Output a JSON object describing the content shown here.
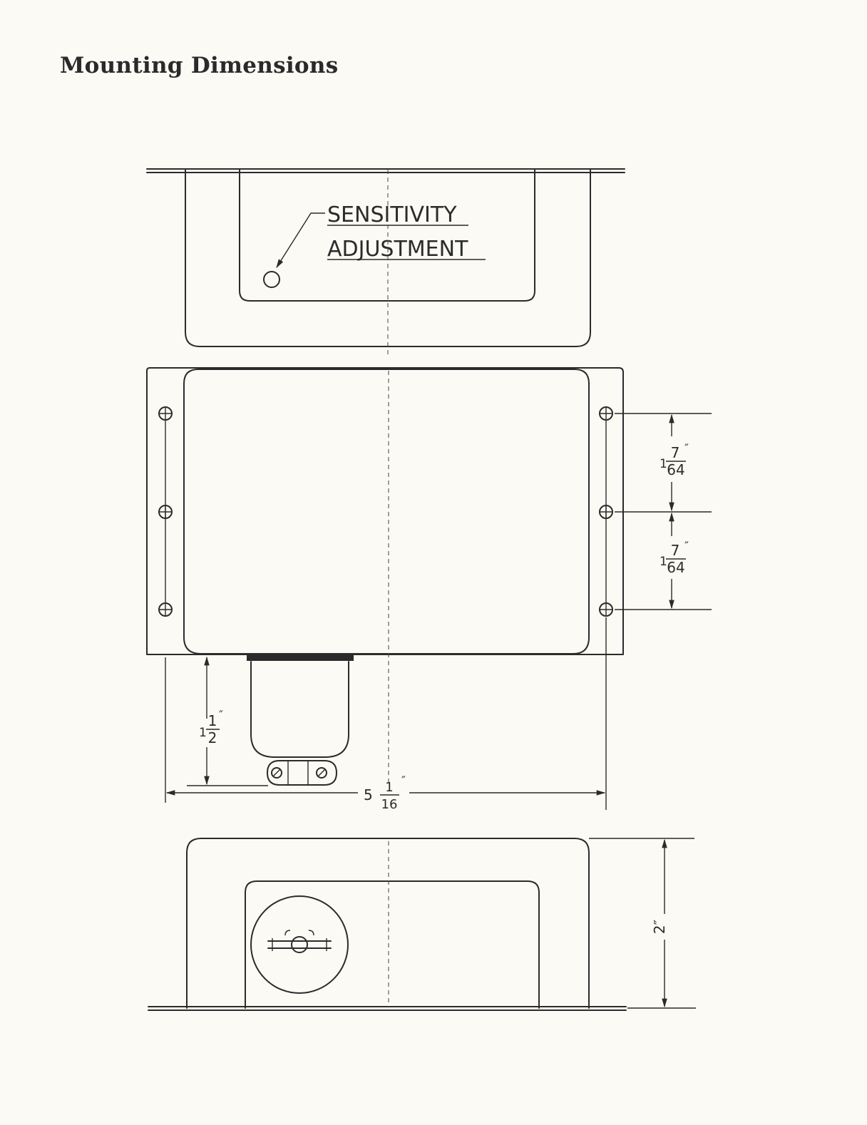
{
  "page": {
    "heading": "Mounting Dimensions"
  },
  "top_view": {
    "label_line1": "SENSITIVITY",
    "label_line2": "ADJUSTMENT"
  },
  "dimensions": {
    "hole_spacing_upper": {
      "whole": "1",
      "numerator": "7",
      "denominator": "64",
      "unit": "″"
    },
    "hole_spacing_lower": {
      "whole": "1",
      "numerator": "7",
      "denominator": "64",
      "unit": "″"
    },
    "fitting_depth": {
      "whole": "1",
      "numerator": "1",
      "denominator": "2",
      "unit": "″"
    },
    "overall_width": {
      "whole": "5",
      "numerator": "1",
      "denominator": "16",
      "unit": "″"
    },
    "height": {
      "value": "2″"
    }
  },
  "colors": {
    "ink": "#2b2b2b",
    "paper": "#fbfaf4"
  }
}
